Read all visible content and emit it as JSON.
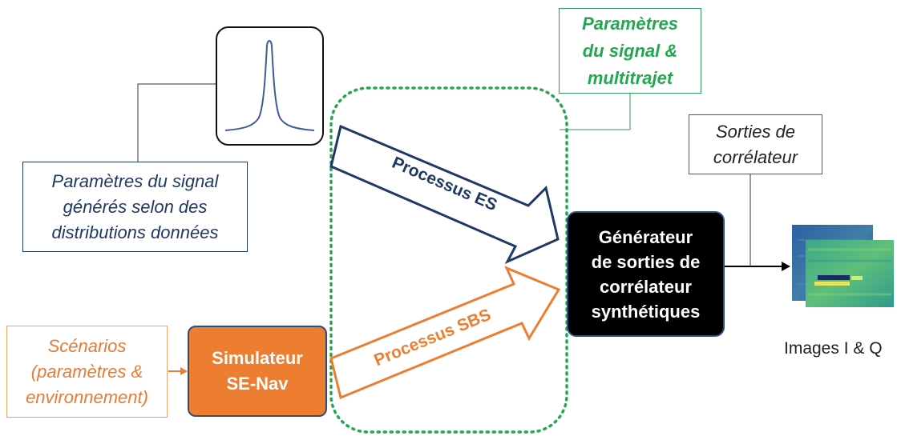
{
  "nodes": {
    "params_signal": "Paramètres du signal\ngénérés selon des\ndistributions données",
    "params_multipath": "Paramètres\ndu signal &\nmultitrajet",
    "sorties": "Sorties de\ncorrélateur",
    "scenarios": "Scénarios\n(paramètres &\nenvironnement)",
    "simulateur": "Simulateur\nSE-Nav",
    "generator": "Générateur\nde sorties de\ncorrélateur\nsynthétiques",
    "images_label": "Images I & Q"
  },
  "arrows": {
    "es_label": "Processus ES",
    "sbs_label": "Processus SBS"
  },
  "colors": {
    "navy": "#1f3864",
    "green": "#22a84f",
    "orange": "#ed7d31",
    "orange_text": "#ea7a33",
    "black": "#000000",
    "border_blue": "#2f4f7f"
  }
}
